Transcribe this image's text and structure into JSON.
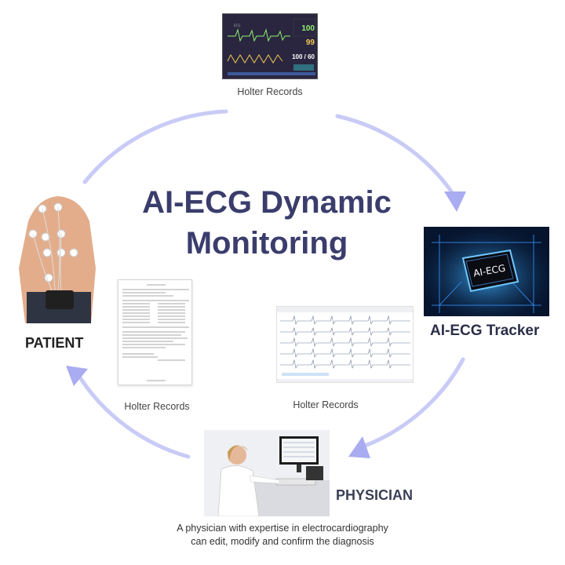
{
  "title": {
    "line1": "AI-ECG Dynamic",
    "line2": "Monitoring"
  },
  "nodes": {
    "monitor_caption": "Holter Records",
    "ai_tracker_label": "AI-ECG Tracker",
    "physician_label": "PHYSICIAN",
    "patient_label": "PATIENT",
    "report_caption": "Holter Records",
    "ecg_strip_caption": "Holter Records"
  },
  "monitor": {
    "heart_rate": "100",
    "spo2": "99",
    "blood_pressure": "100 / 60"
  },
  "chip_text": "AI-ECG",
  "footer": {
    "line1": "A physician with expertise in electrocardiography",
    "line2": "can edit, modify and confirm the diagnosis"
  },
  "colors": {
    "arrow": "#a9acf0",
    "title": "#3a3d6c",
    "monitor_bg": "#2a2640",
    "chip_glow": "#3fb0ff"
  }
}
